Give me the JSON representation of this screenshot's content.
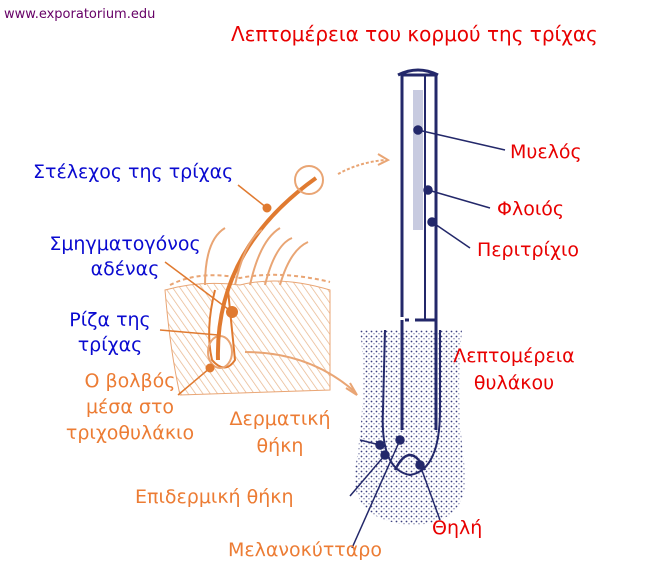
{
  "source_url": "www.exporatorium.edu",
  "title": "Λεπτομέρεια του κορμού της τρίχας",
  "labels": {
    "shaft": "Στέλεχος της τρίχας",
    "sebaceous_1": "Σμηγματογόνος",
    "sebaceous_2": "αδένας",
    "root_1": "Ρίζα της",
    "root_2": "τρίχας",
    "bulb_1": "Ο βολβός",
    "bulb_2": "μέσα στο",
    "bulb_3": "τριχοθυλάκιο",
    "dermal_1": "Δερματική",
    "dermal_2": "θήκη",
    "epidermal": "Επιδερμική θήκη",
    "melanocyte": "Μελανοκύτταρο",
    "medulla": "Μυελός",
    "cortex": "Φλοιός",
    "cuticle": "Περιτρίχιο",
    "follicle_1": "Λεπτομέρεια",
    "follicle_2": "θυλάκου",
    "papilla": "Θηλή"
  },
  "colors": {
    "blue": "#0a0ad0",
    "red": "#e80000",
    "orange": "#ec7c34",
    "ink": "#23286a",
    "url": "#660066"
  }
}
